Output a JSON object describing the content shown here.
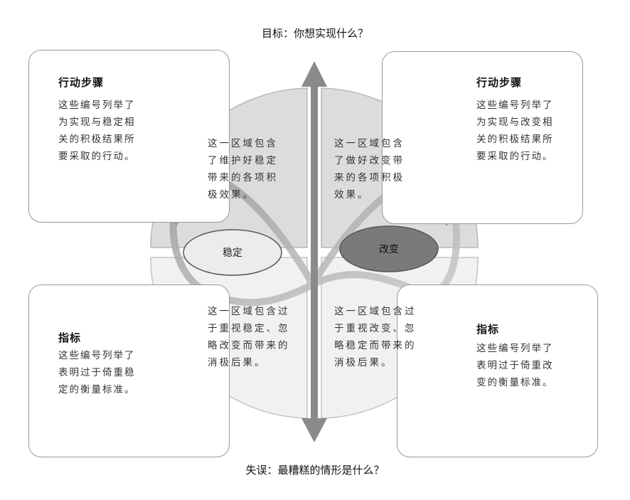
{
  "goal_question": "目标：你想实现什么？",
  "fear_question": "失误：最糟糕的情形是什么？",
  "stability_label": "稳定",
  "change_label": "改变",
  "boxes": {
    "top_left": {
      "title": "行动步骤",
      "lines": [
        "这些编号列举了",
        "为实现与稳定相",
        "关的积极结果所",
        "要采取的行动。"
      ]
    },
    "top_right": {
      "title": "行动步骤",
      "lines": [
        "这些编号列举了",
        "为实现与改变相",
        "关的积极结果所",
        "要采取的行动。"
      ]
    },
    "bottom_left": {
      "title": "指标",
      "lines": [
        "这些编号列举了",
        "表明过于倚重稳",
        "定的衡量标准。"
      ]
    },
    "bottom_right": {
      "title": "指标",
      "lines": [
        "这些编号列举了",
        "表明过于倚重改",
        "变的衡量标准。"
      ]
    }
  },
  "quadrants": {
    "upper_left": [
      "这一区域包含",
      "了维护好稳定",
      "带来的各项积",
      "极效果。"
    ],
    "upper_right": [
      "这一区域包含",
      "了做好改变带",
      "来的各项积极",
      "效果。"
    ],
    "lower_left": [
      "这一区域包含过",
      "于重视稳定、忽",
      "略改变而带来的",
      "消极后果。"
    ],
    "lower_right": [
      "这一区域包含过",
      "于重视改变、忽",
      "略稳定而带来的",
      "消极后果。"
    ]
  },
  "colors": {
    "upper_quadrant": "#dcdcdc",
    "lower_quadrant": "#f1f1f1",
    "stability_ellipse": "#ececec",
    "change_ellipse": "#7a7a7a",
    "axis_arrow": "#8a8a8a"
  }
}
